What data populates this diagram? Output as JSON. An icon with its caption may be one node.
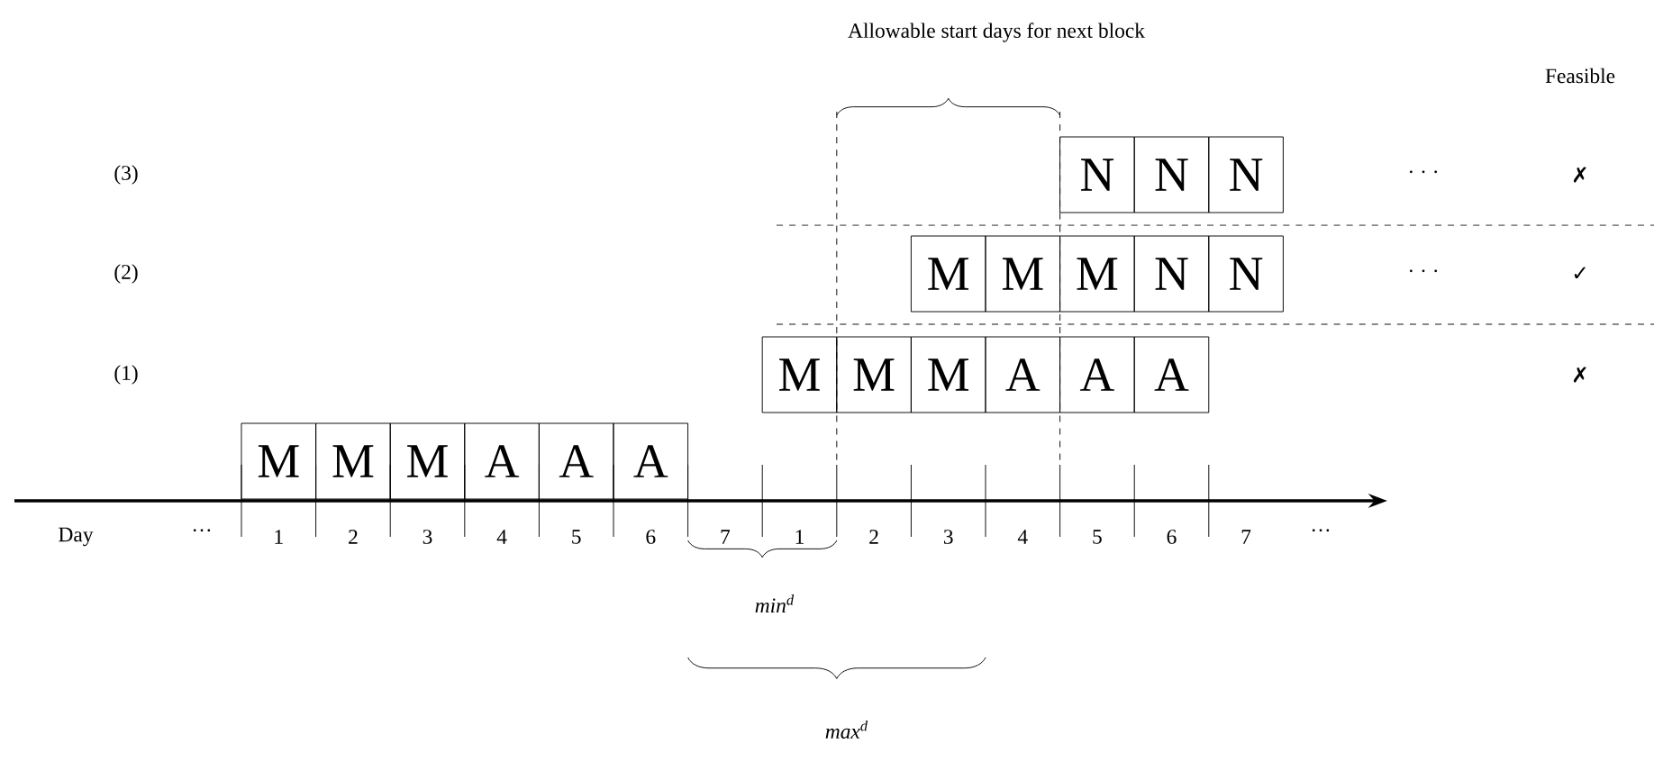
{
  "diagram": {
    "nodes": [
      {
        "text": [
          "N"
        ]
      },
      {
        "text": [
          "N"
        ]
      },
      {
        "text": [
          "N"
        ]
      },
      {
        "text": [
          "M"
        ]
      },
      {
        "text": [
          "M"
        ]
      },
      {
        "text": [
          "M"
        ]
      },
      {
        "text": [
          "N"
        ]
      },
      {
        "text": [
          "N"
        ]
      },
      {
        "text": [
          "M"
        ]
      },
      {
        "text": [
          "M"
        ]
      },
      {
        "text": [
          "M"
        ]
      },
      {
        "text": [
          "A"
        ]
      },
      {
        "text": [
          "A"
        ]
      },
      {
        "text": [
          "A"
        ]
      },
      {
        "text": [
          "M"
        ]
      },
      {
        "text": [
          "M"
        ]
      },
      {
        "text": [
          "M"
        ]
      },
      {
        "text": [
          "A"
        ]
      },
      {
        "text": [
          "A"
        ]
      },
      {
        "text": [
          "A"
        ]
      }
    ],
    "labels": [
      "Allowable start days for next block",
      "Feasible",
      "(3)",
      "· · ·",
      "✗",
      "(2)",
      "· · ·",
      "✓",
      "(1)",
      "✗",
      "Day",
      "···",
      "1",
      "2",
      "3",
      "4",
      "5",
      "6",
      "7",
      "1",
      "2",
      "3",
      "4",
      "5",
      "6",
      "7",
      "···",
      "min$^{d}$",
      "max$^{d}$"
    ]
  }
}
